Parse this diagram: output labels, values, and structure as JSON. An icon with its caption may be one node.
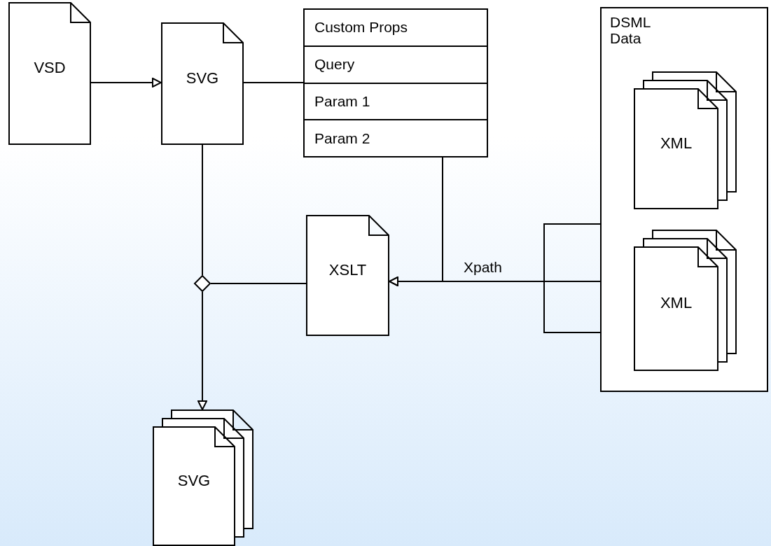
{
  "diagram": {
    "nodes": [
      {
        "text": [
          "VSD"
        ]
      },
      {
        "text": [
          "SVG"
        ]
      },
      {
        "text": [
          "Custom Props",
          "Query",
          "Param 1",
          "Param 2"
        ]
      },
      {
        "text": [
          "DSML Data"
        ]
      },
      {
        "text": [
          "XML"
        ],
        "in": 3
      },
      {
        "text": [
          "XML"
        ],
        "in": 3
      },
      {
        "text": [
          "XSLT"
        ]
      },
      {
        "text": [],
        "shape": "diamond"
      },
      {
        "text": [
          "SVG"
        ]
      }
    ],
    "edges": [
      {
        "from": 0,
        "to": 1,
        "arrow": "to"
      },
      {
        "from": 1,
        "to": 2,
        "arrow": "none"
      },
      {
        "from": 1,
        "to": 7,
        "arrow": "none"
      },
      {
        "from": 6,
        "to": 7,
        "arrow": "none"
      },
      {
        "from": 7,
        "to": 8,
        "arrow": "to"
      },
      {
        "from": 2,
        "to": 6,
        "arrow": "to"
      },
      {
        "from": 3,
        "to": 6,
        "arrow": "to",
        "label": "Xpath"
      }
    ]
  }
}
